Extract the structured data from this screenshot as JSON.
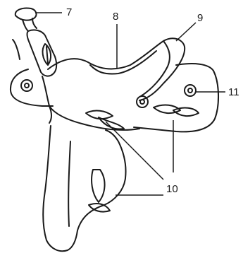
{
  "callouts": [
    {
      "id": "7",
      "text": "7"
    },
    {
      "id": "8",
      "text": "8"
    },
    {
      "id": "9",
      "text": "9"
    },
    {
      "id": "10",
      "text": "10"
    },
    {
      "id": "11",
      "text": "11"
    }
  ]
}
